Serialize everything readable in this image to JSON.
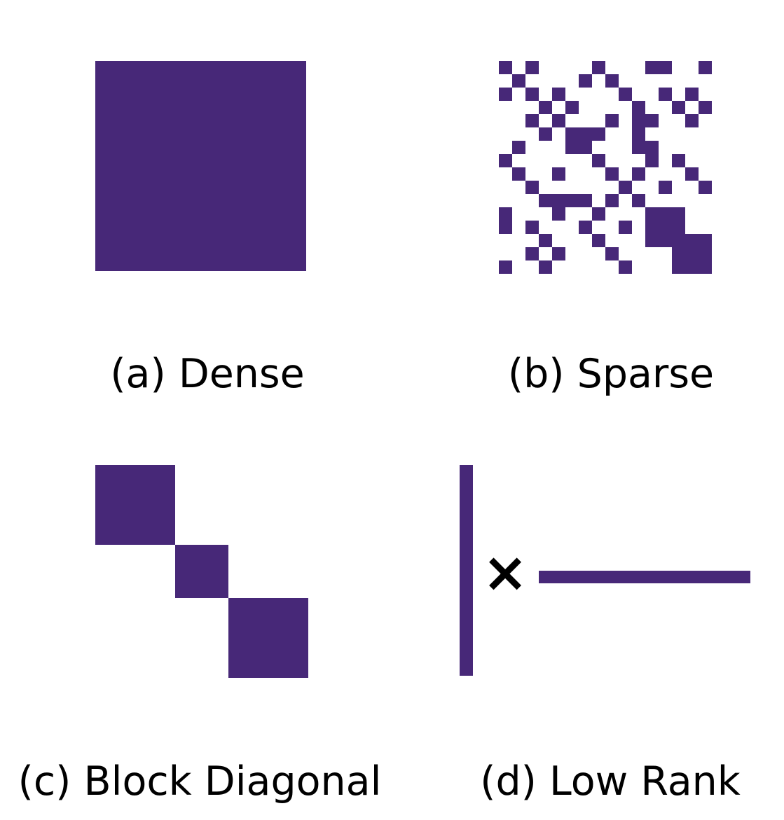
{
  "colors": {
    "background": "#ffffff",
    "matrix_fill": "#472878",
    "text": "#000000",
    "operator": "#000000"
  },
  "panels": {
    "dense": {
      "caption": "(a) Dense"
    },
    "sparse": {
      "caption": "(b) Sparse",
      "rows": 16,
      "cols": 16,
      "pattern": [
        "1010000100011001",
        "0100001010000000",
        "1010100001001010",
        "0001010000100101",
        "0010100010110010",
        "0001011100100000",
        "0100011000110000",
        "1000000100010100",
        "0100100010100010",
        "0010000001001001",
        "0001111010100000",
        "1000100100011100",
        "1010001001011100",
        "0001000100011111",
        "0010100010000111",
        "1001000001000111"
      ]
    },
    "block_diagonal": {
      "caption": "(c) Block Diagonal",
      "grid_cells": 16,
      "block_sizes_cells": [
        6,
        4,
        6
      ]
    },
    "low_rank": {
      "caption": "(d) Low Rank",
      "operator": "×",
      "column_vector_cells": 16,
      "row_vector_cells": 16
    }
  }
}
